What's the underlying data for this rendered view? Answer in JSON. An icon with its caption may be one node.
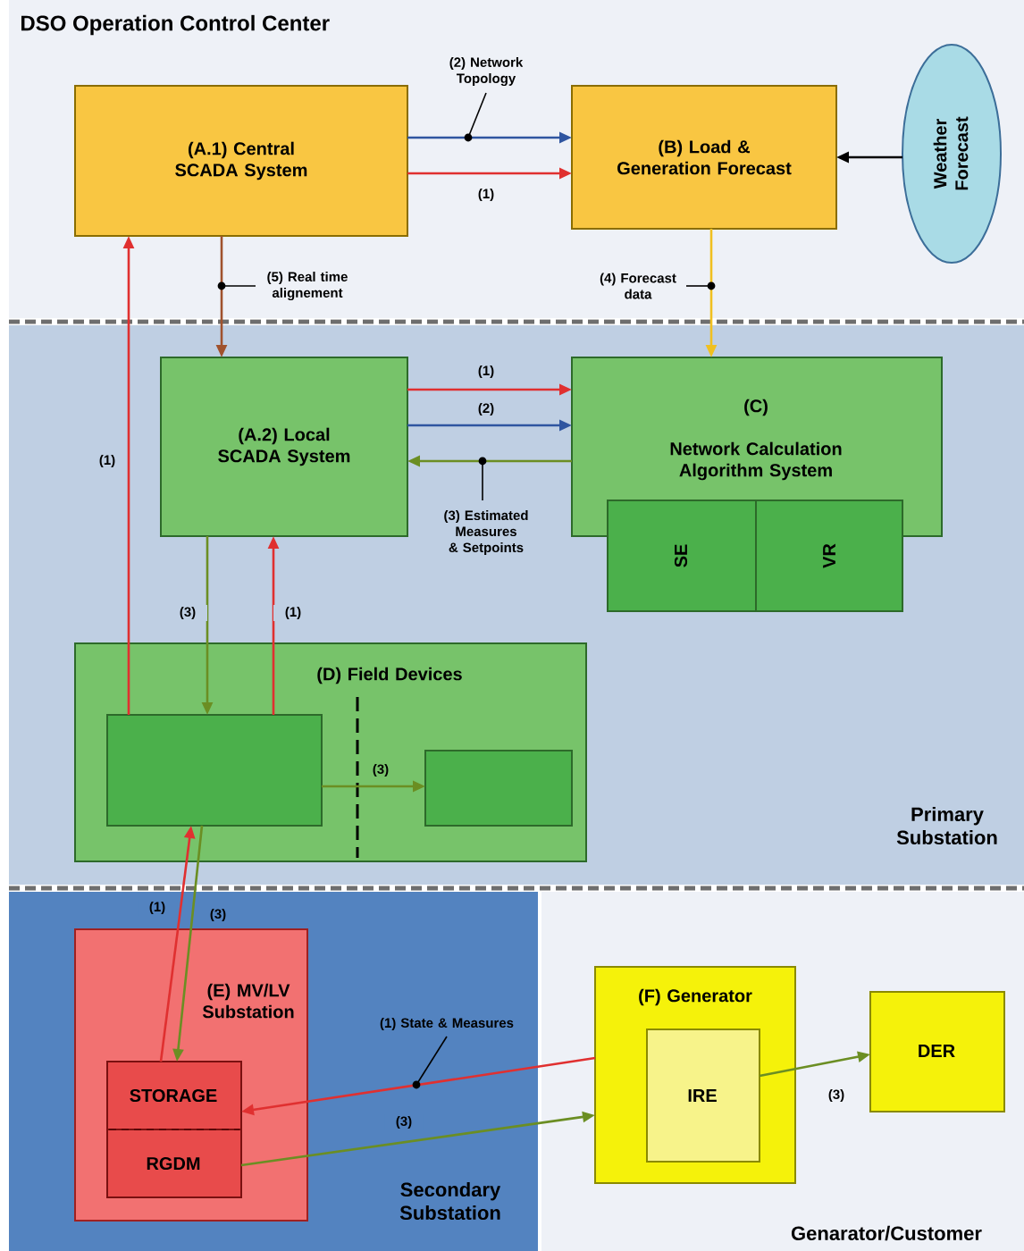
{
  "diagram": {
    "nodes": [
      {
        "text": [
          "DSO Operation Control Center"
        ]
      },
      {
        "text": [
          "(A.1) Central SCADA System"
        ],
        "in": 0
      },
      {
        "text": [
          "(B) Load & Generation Forecast"
        ],
        "in": 0
      },
      {
        "text": [
          "Weather Forecast"
        ],
        "in": 0
      },
      {
        "text": [
          "Primary Substation"
        ]
      },
      {
        "text": [
          "(A.2) Local SCADA System"
        ],
        "in": 4
      },
      {
        "text": [
          "(C)",
          "Network Calculation Algorithm System"
        ],
        "in": 4
      },
      {
        "text": [
          "SE"
        ],
        "in": 4
      },
      {
        "text": [
          "VR"
        ],
        "in": 4
      },
      {
        "text": [
          "(D) Field Devices"
        ],
        "in": 4
      },
      {
        "text": [],
        "shape": "box",
        "in": 9
      },
      {
        "text": [],
        "shape": "box",
        "in": 9
      },
      {
        "text": [
          "Secondary Substation"
        ]
      },
      {
        "text": [
          "(E) MV/LV Substation"
        ],
        "in": 12
      },
      {
        "text": [
          "STORAGE"
        ],
        "in": 13
      },
      {
        "text": [
          "RGDM"
        ],
        "in": 13
      },
      {
        "text": [
          "Genarator/Customer"
        ]
      },
      {
        "text": [
          "(F) Generator"
        ],
        "in": 16
      },
      {
        "text": [
          "IRE"
        ],
        "in": 17
      },
      {
        "text": [
          "DER"
        ],
        "in": 16
      }
    ],
    "edges": [
      {
        "from": 1,
        "to": 2,
        "arrow": "to",
        "label": "(2) Network Topology",
        "color": "#2f55a0"
      },
      {
        "from": 1,
        "to": 2,
        "arrow": "to",
        "label": "(1)"
      },
      {
        "from": 3,
        "to": 2,
        "arrow": "to",
        "color": "#000000"
      },
      {
        "from": 1,
        "to": 5,
        "arrow": "to",
        "label": "(5) Real time alignement",
        "color": "#a0522d"
      },
      {
        "from": 2,
        "to": 6,
        "arrow": "to",
        "label": "(4) Forecast data",
        "color": "#f0c020"
      },
      {
        "from": 5,
        "to": 6,
        "arrow": "to",
        "label": "(1)"
      },
      {
        "from": 5,
        "to": 6,
        "arrow": "to",
        "label": "(2)",
        "color": "#2f55a0"
      },
      {
        "from": 6,
        "to": 5,
        "arrow": "to",
        "label": "(3) Estimated Measures & Setpoints",
        "color": "#6b8e23"
      },
      {
        "from": 10,
        "to": 1,
        "arrow": "to",
        "label": "(1)"
      },
      {
        "from": 5,
        "to": 10,
        "arrow": "to",
        "label": "(3)",
        "color": "#6b8e23"
      },
      {
        "from": 10,
        "to": 5,
        "arrow": "to",
        "label": "(1)"
      },
      {
        "from": 10,
        "to": 11,
        "arrow": "to",
        "label": "(3)",
        "color": "#6b8e23"
      },
      {
        "from": 14,
        "to": 10,
        "arrow": "to",
        "label": "(1)"
      },
      {
        "from": 10,
        "to": 14,
        "arrow": "to",
        "label": "(3)",
        "color": "#6b8e23"
      },
      {
        "from": 17,
        "to": 14,
        "arrow": "to",
        "label": "(1) State & Measures"
      },
      {
        "from": 15,
        "to": 17,
        "arrow": "to",
        "label": "(3)",
        "color": "#6b8e23"
      },
      {
        "from": 18,
        "to": 19,
        "arrow": "to",
        "label": "(3)",
        "color": "#6b8e23"
      }
    ]
  }
}
